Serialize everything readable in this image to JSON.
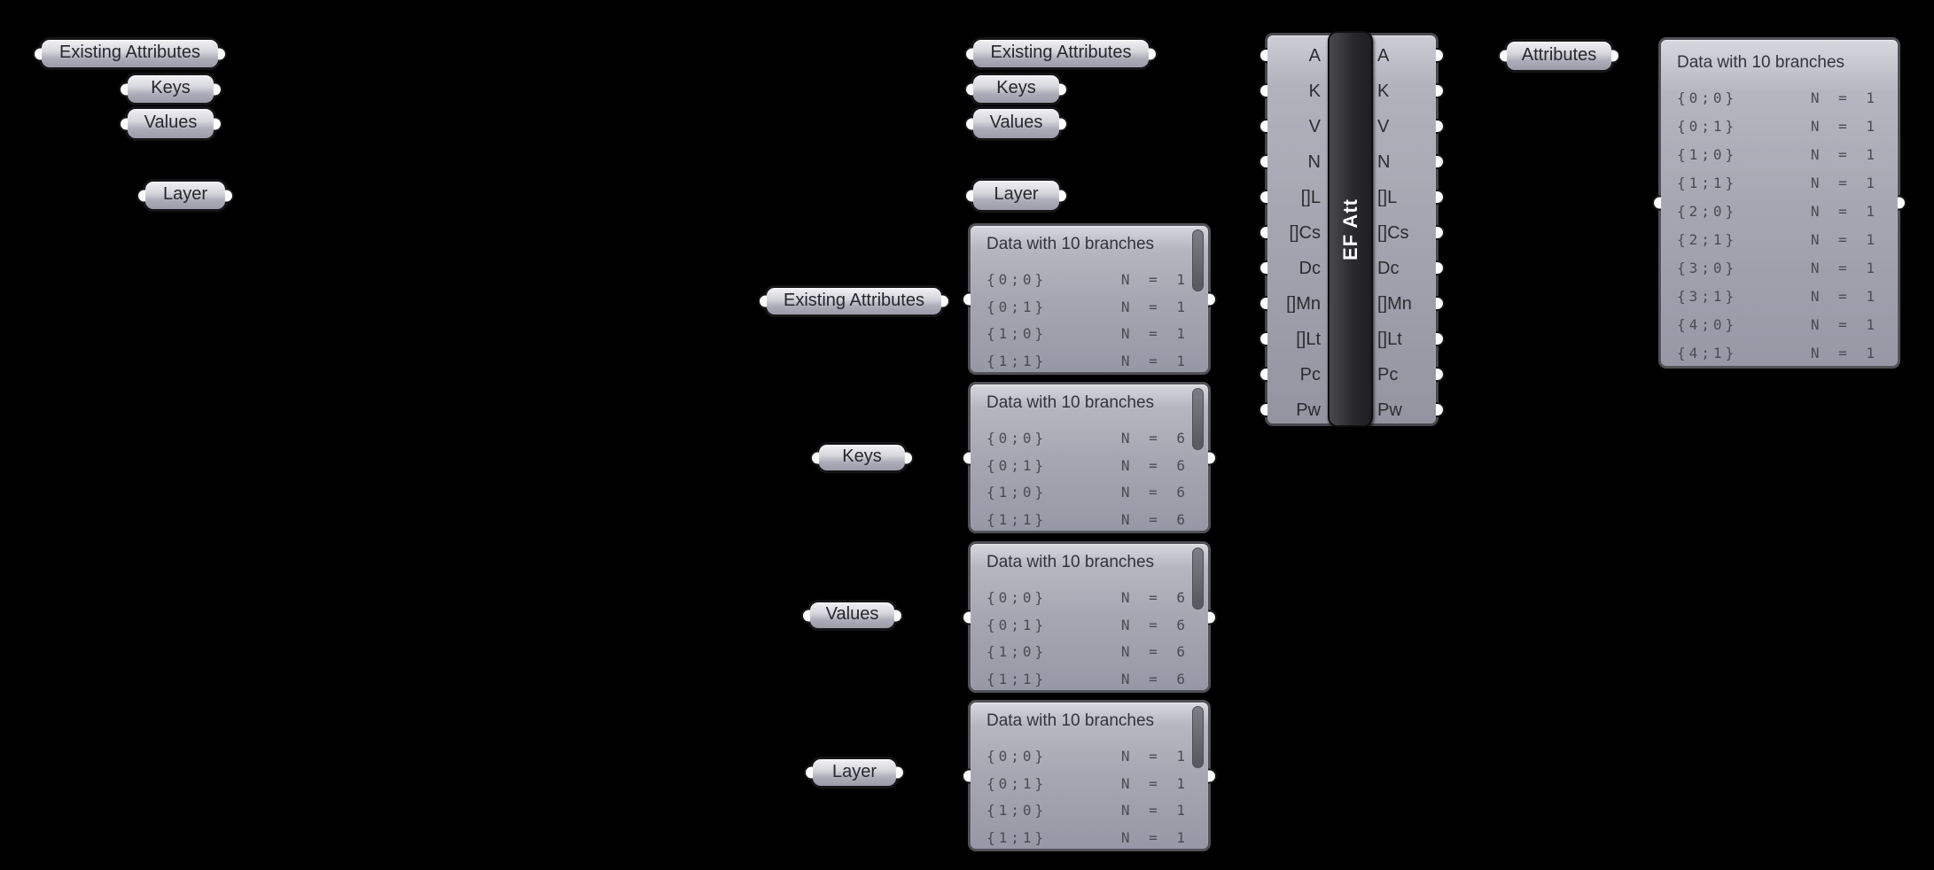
{
  "canvas_background": "#000000",
  "colors": {
    "capsule_fill": "#b9b9c4",
    "capsule_border": "#151517",
    "panel_fill": "#a6a6b2",
    "component_name_bar": "#2a2a2c",
    "name_bar_text": "#ffffff",
    "label_text": "#26262b",
    "row_text": "#4b4b54",
    "nub_fill": "#fbfbfb"
  },
  "pills": [
    {
      "label": "Existing Attributes"
    },
    {
      "label": "Keys"
    },
    {
      "label": "Values"
    },
    {
      "label": "Layer"
    },
    {
      "label": "Existing Attributes"
    },
    {
      "label": "Keys"
    },
    {
      "label": "Values"
    },
    {
      "label": "Layer"
    },
    {
      "label": "Existing Attributes"
    },
    {
      "label": "Keys"
    },
    {
      "label": "Values"
    },
    {
      "label": "Layer"
    },
    {
      "label": "Attributes"
    }
  ],
  "panels": [
    {
      "title": "Data with 10 branches",
      "scrollbar": true,
      "rows": [
        {
          "path": "{0;0}",
          "count": "N = 1"
        },
        {
          "path": "{0;1}",
          "count": "N = 1"
        },
        {
          "path": "{1;0}",
          "count": "N = 1"
        },
        {
          "path": "{1;1}",
          "count": "N = 1"
        }
      ]
    },
    {
      "title": "Data with 10 branches",
      "scrollbar": true,
      "rows": [
        {
          "path": "{0;0}",
          "count": "N = 6"
        },
        {
          "path": "{0;1}",
          "count": "N = 6"
        },
        {
          "path": "{1;0}",
          "count": "N = 6"
        },
        {
          "path": "{1;1}",
          "count": "N = 6"
        }
      ]
    },
    {
      "title": "Data with 10 branches",
      "scrollbar": true,
      "rows": [
        {
          "path": "{0;0}",
          "count": "N = 6"
        },
        {
          "path": "{0;1}",
          "count": "N = 6"
        },
        {
          "path": "{1;0}",
          "count": "N = 6"
        },
        {
          "path": "{1;1}",
          "count": "N = 6"
        }
      ]
    },
    {
      "title": "Data with 10 branches",
      "scrollbar": true,
      "rows": [
        {
          "path": "{0;0}",
          "count": "N = 1"
        },
        {
          "path": "{0;1}",
          "count": "N = 1"
        },
        {
          "path": "{1;0}",
          "count": "N = 1"
        },
        {
          "path": "{1;1}",
          "count": "N = 1"
        }
      ]
    },
    {
      "title": "Data with 10 branches",
      "scrollbar": false,
      "rows": [
        {
          "path": "{0;0}",
          "count": "N = 1"
        },
        {
          "path": "{0;1}",
          "count": "N = 1"
        },
        {
          "path": "{1;0}",
          "count": "N = 1"
        },
        {
          "path": "{1;1}",
          "count": "N = 1"
        },
        {
          "path": "{2;0}",
          "count": "N = 1"
        },
        {
          "path": "{2;1}",
          "count": "N = 1"
        },
        {
          "path": "{3;0}",
          "count": "N = 1"
        },
        {
          "path": "{3;1}",
          "count": "N = 1"
        },
        {
          "path": "{4;0}",
          "count": "N = 1"
        },
        {
          "path": "{4;1}",
          "count": "N = 1"
        }
      ]
    }
  ],
  "component": {
    "name": "EF Att",
    "ports": [
      "A",
      "K",
      "V",
      "N",
      "[]L",
      "[]Cs",
      "Dc",
      "[]Mn",
      "[]Lt",
      "Pc",
      "Pw"
    ]
  }
}
